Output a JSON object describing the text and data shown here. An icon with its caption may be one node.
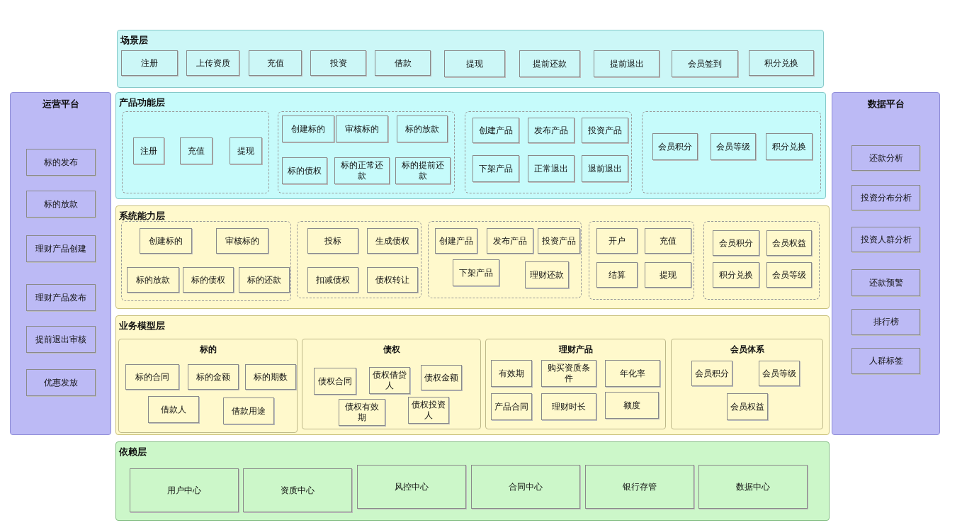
{
  "diagram": {
    "nodes": [
      {
        "text": [
          "场景层"
        ]
      },
      {
        "text": [
          "注册"
        ],
        "in": 0
      },
      {
        "text": [
          "上传资质"
        ],
        "in": 0
      },
      {
        "text": [
          "充值"
        ],
        "in": 0
      },
      {
        "text": [
          "投资"
        ],
        "in": 0
      },
      {
        "text": [
          "借款"
        ],
        "in": 0
      },
      {
        "text": [
          "提现"
        ],
        "in": 0
      },
      {
        "text": [
          "提前还款"
        ],
        "in": 0
      },
      {
        "text": [
          "提前退出"
        ],
        "in": 0
      },
      {
        "text": [
          "会员签到"
        ],
        "in": 0
      },
      {
        "text": [
          "积分兑换"
        ],
        "in": 0
      },
      {
        "text": [
          "运营平台"
        ]
      },
      {
        "text": [
          "标的发布"
        ],
        "in": 11
      },
      {
        "text": [
          "标的放款"
        ],
        "in": 11
      },
      {
        "text": [
          "理财产品创建"
        ],
        "in": 11
      },
      {
        "text": [
          "理财产品发布"
        ],
        "in": 11
      },
      {
        "text": [
          "提前退出审核"
        ],
        "in": 11
      },
      {
        "text": [
          "优惠发放"
        ],
        "in": 11
      },
      {
        "text": [
          "产品功能层"
        ]
      },
      {
        "text": [],
        "shape": "box",
        "in": 18
      },
      {
        "text": [
          "注册"
        ],
        "in": 19
      },
      {
        "text": [
          "充值"
        ],
        "in": 19
      },
      {
        "text": [
          "提现"
        ],
        "in": 19
      },
      {
        "text": [],
        "shape": "box",
        "in": 18
      },
      {
        "text": [
          "创建标的"
        ],
        "in": 23
      },
      {
        "text": [
          "审核标的"
        ],
        "in": 23
      },
      {
        "text": [
          "标的放款"
        ],
        "in": 23
      },
      {
        "text": [
          "标的债权"
        ],
        "in": 23
      },
      {
        "text": [
          "标的正常还款"
        ],
        "in": 23
      },
      {
        "text": [
          "标的提前还款"
        ],
        "in": 23
      },
      {
        "text": [],
        "shape": "box",
        "in": 18
      },
      {
        "text": [
          "创建产品"
        ],
        "in": 30
      },
      {
        "text": [
          "发布产品"
        ],
        "in": 30
      },
      {
        "text": [
          "投资产品"
        ],
        "in": 30
      },
      {
        "text": [
          "下架产品"
        ],
        "in": 30
      },
      {
        "text": [
          "正常退出"
        ],
        "in": 30
      },
      {
        "text": [
          "退前退出"
        ],
        "in": 30
      },
      {
        "text": [],
        "shape": "box",
        "in": 18
      },
      {
        "text": [
          "会员积分"
        ],
        "in": 37
      },
      {
        "text": [
          "会员等级"
        ],
        "in": 37
      },
      {
        "text": [
          "积分兑换"
        ],
        "in": 37
      },
      {
        "text": [
          "数据平台"
        ]
      },
      {
        "text": [
          "还款分析"
        ],
        "in": 41
      },
      {
        "text": [
          "投资分布分析"
        ],
        "in": 41
      },
      {
        "text": [
          "投资人群分析"
        ],
        "in": 41
      },
      {
        "text": [
          "还款预警"
        ],
        "in": 41
      },
      {
        "text": [
          "排行榜"
        ],
        "in": 41
      },
      {
        "text": [
          "人群标签"
        ],
        "in": 41
      },
      {
        "text": [
          "系统能力层"
        ]
      },
      {
        "text": [],
        "shape": "box",
        "in": 48
      },
      {
        "text": [
          "创建标的"
        ],
        "in": 49
      },
      {
        "text": [
          "审核标的"
        ],
        "in": 49
      },
      {
        "text": [
          "标的放款"
        ],
        "in": 49
      },
      {
        "text": [
          "标的债权"
        ],
        "in": 49
      },
      {
        "text": [
          "标的还款"
        ],
        "in": 49
      },
      {
        "text": [],
        "shape": "box",
        "in": 48
      },
      {
        "text": [
          "投标"
        ],
        "in": 55
      },
      {
        "text": [
          "生成债权"
        ],
        "in": 55
      },
      {
        "text": [
          "扣减债权"
        ],
        "in": 55
      },
      {
        "text": [
          "债权转让"
        ],
        "in": 55
      },
      {
        "text": [],
        "shape": "box",
        "in": 48
      },
      {
        "text": [
          "创建产品"
        ],
        "in": 60
      },
      {
        "text": [
          "发布产品"
        ],
        "in": 60
      },
      {
        "text": [
          "投资产品"
        ],
        "in": 60
      },
      {
        "text": [
          "下架产品"
        ],
        "in": 60
      },
      {
        "text": [
          "理财还款"
        ],
        "in": 60
      },
      {
        "text": [],
        "shape": "box",
        "in": 48
      },
      {
        "text": [
          "开户"
        ],
        "in": 66
      },
      {
        "text": [
          "充值"
        ],
        "in": 66
      },
      {
        "text": [
          "结算"
        ],
        "in": 66
      },
      {
        "text": [
          "提现"
        ],
        "in": 66
      },
      {
        "text": [],
        "shape": "box",
        "in": 48
      },
      {
        "text": [
          "会员积分"
        ],
        "in": 71
      },
      {
        "text": [
          "会员权益"
        ],
        "in": 71
      },
      {
        "text": [
          "积分兑换"
        ],
        "in": 71
      },
      {
        "text": [
          "会员等级"
        ],
        "in": 71
      },
      {
        "text": [
          "业务模型层"
        ]
      },
      {
        "text": [
          "标的"
        ],
        "in": 76
      },
      {
        "text": [
          "标的合同"
        ],
        "in": 77
      },
      {
        "text": [
          "标的金额"
        ],
        "in": 77
      },
      {
        "text": [
          "标的期数"
        ],
        "in": 77
      },
      {
        "text": [
          "借款人"
        ],
        "in": 77
      },
      {
        "text": [
          "借款用途"
        ],
        "in": 77
      },
      {
        "text": [
          "债权"
        ],
        "in": 76
      },
      {
        "text": [
          "债权合同"
        ],
        "in": 83
      },
      {
        "text": [
          "债权借贷人"
        ],
        "in": 83
      },
      {
        "text": [
          "债权金额"
        ],
        "in": 83
      },
      {
        "text": [
          "债权有效期"
        ],
        "in": 83
      },
      {
        "text": [
          "债权投资人"
        ],
        "in": 83
      },
      {
        "text": [
          "理财产品"
        ],
        "in": 76
      },
      {
        "text": [
          "有效期"
        ],
        "in": 89
      },
      {
        "text": [
          "购买资质条件"
        ],
        "in": 89
      },
      {
        "text": [
          "年化率"
        ],
        "in": 89
      },
      {
        "text": [
          "产品合同"
        ],
        "in": 89
      },
      {
        "text": [
          "理财时长"
        ],
        "in": 89
      },
      {
        "text": [
          "额度"
        ],
        "in": 89
      },
      {
        "text": [
          "会员体系"
        ],
        "in": 76
      },
      {
        "text": [
          "会员积分"
        ],
        "in": 96
      },
      {
        "text": [
          "会员等级"
        ],
        "in": 96
      },
      {
        "text": [
          "会员权益"
        ],
        "in": 96
      },
      {
        "text": [
          "依赖层"
        ]
      },
      {
        "text": [
          "用户中心"
        ],
        "in": 100
      },
      {
        "text": [
          "资质中心"
        ],
        "in": 100
      },
      {
        "text": [
          "风控中心"
        ],
        "in": 100
      },
      {
        "text": [
          "合同中心"
        ],
        "in": 100
      },
      {
        "text": [
          "银行存管"
        ],
        "in": 100
      },
      {
        "text": [
          "数据中心"
        ],
        "in": 100
      }
    ],
    "edges": []
  }
}
